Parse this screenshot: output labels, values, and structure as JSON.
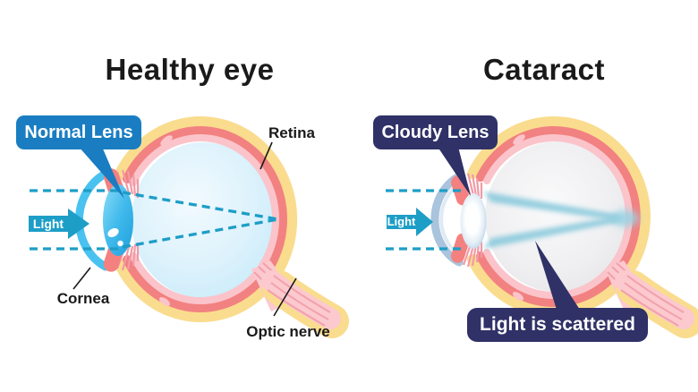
{
  "diagram": {
    "left": {
      "title": "Healthy eye",
      "lens_callout": "Normal Lens",
      "light_arrow": "Light",
      "annotations": {
        "retina": "Retina",
        "cornea": "Cornea",
        "optic_nerve": "Optic nerve"
      }
    },
    "right": {
      "title": "Cataract",
      "lens_callout": "Cloudy Lens",
      "light_arrow": "Light",
      "scatter_callout": "Light is scattered"
    }
  },
  "colors": {
    "background": "#FFFFFF",
    "title_text": "#1A1A1A",
    "sclera_yellow": "#FADC8E",
    "choroid_red": "#F28181",
    "retina_pink": "#FAC4CA",
    "vitreous_blue_center": "#F2FAFE",
    "vitreous_blue_mid": "#DDF2FC",
    "vitreous_blue_edge": "#C4E9FA",
    "vitreous_gray_center": "#FAFAFB",
    "vitreous_gray_mid": "#EFEFF1",
    "vitreous_gray_edge": "#E4E4E7",
    "cornea_blue": "#49C2EF",
    "cornea_gray_blue": "#A9C4DC",
    "cornea_gray_inner": "#D9E6F1",
    "lens_blue_light": "#8EDDF8",
    "lens_blue": "#41BAEC",
    "lens_blue_deep": "#1E9FDB",
    "lens_cloud_center": "#FFFFFF",
    "lens_cloud_mid": "#E2EDF5",
    "lens_cloud_rim": "#B7D1E6",
    "iris_salmon": "#F4807F",
    "zonule_pink": "#F29AA6",
    "nerve_pink": "#FBC9CE",
    "nerve_stripe": "#F2A0AC",
    "light_teal": "#1D9EC7",
    "beam_blue": "#85C8DB",
    "beam_glow": "#9AD2E2",
    "label_blue": "#1A7DC2",
    "label_navy": "#2F3167",
    "annotation_line": "#1A1A1A"
  }
}
